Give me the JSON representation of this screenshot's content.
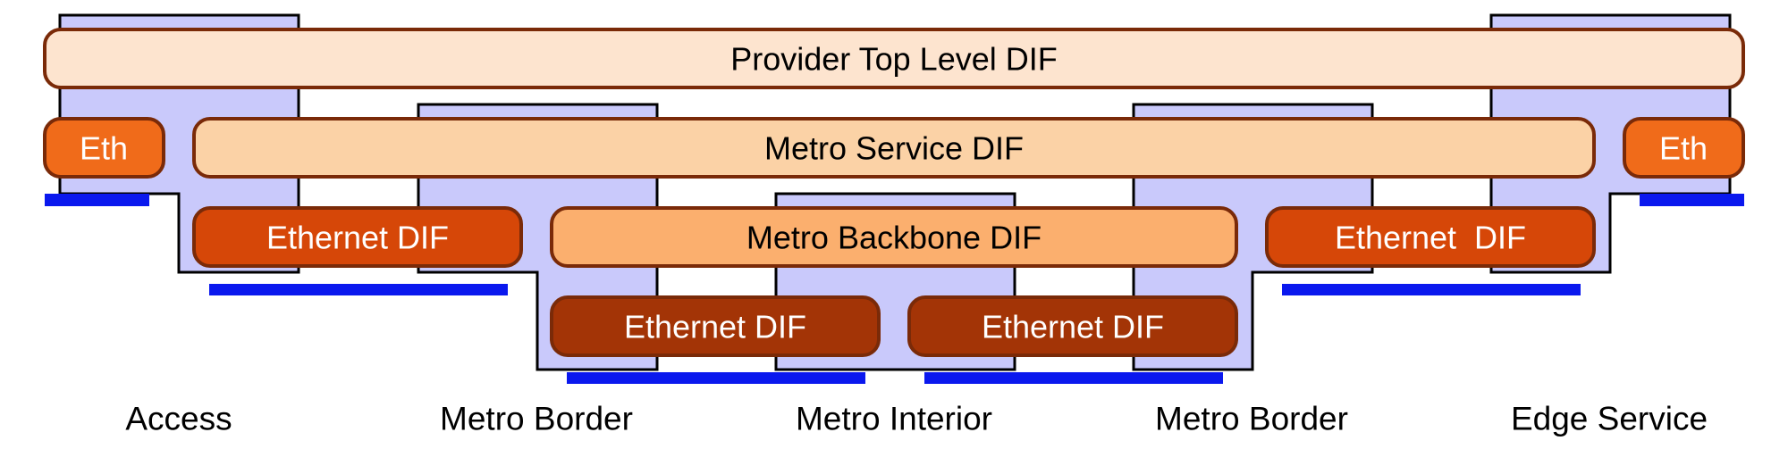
{
  "difs": {
    "provider_top": "Provider Top Level DIF",
    "metro_service": "Metro Service DIF",
    "eth_left": "Eth",
    "eth_right": "Eth",
    "ethernet_left": "Ethernet DIF",
    "metro_backbone": "Metro Backbone DIF",
    "ethernet_right": "Ethernet  DIF",
    "ethernet_bottom_left": "Ethernet DIF",
    "ethernet_bottom_right": "Ethernet DIF"
  },
  "nodes": {
    "access": "Access",
    "metro_border_left": "Metro Border",
    "metro_interior": "Metro Interior",
    "metro_border_right": "Metro Border",
    "edge_service": "Edge Service"
  },
  "colors": {
    "node_fill": "#c9c9fb",
    "node_stroke": "#000000",
    "link": "#0a18ee",
    "dif_stroke": "#7a2a08",
    "provider_top_fill": "#fde4cf",
    "metro_service_fill": "#fbd2a6",
    "eth_fill": "#f06b1a",
    "ethernet_fill": "#d64708",
    "metro_backbone_fill": "#fbaf6e",
    "ethernet_bottom_fill": "#a33406",
    "dark_text": "#000000",
    "light_text": "#ffffff"
  }
}
